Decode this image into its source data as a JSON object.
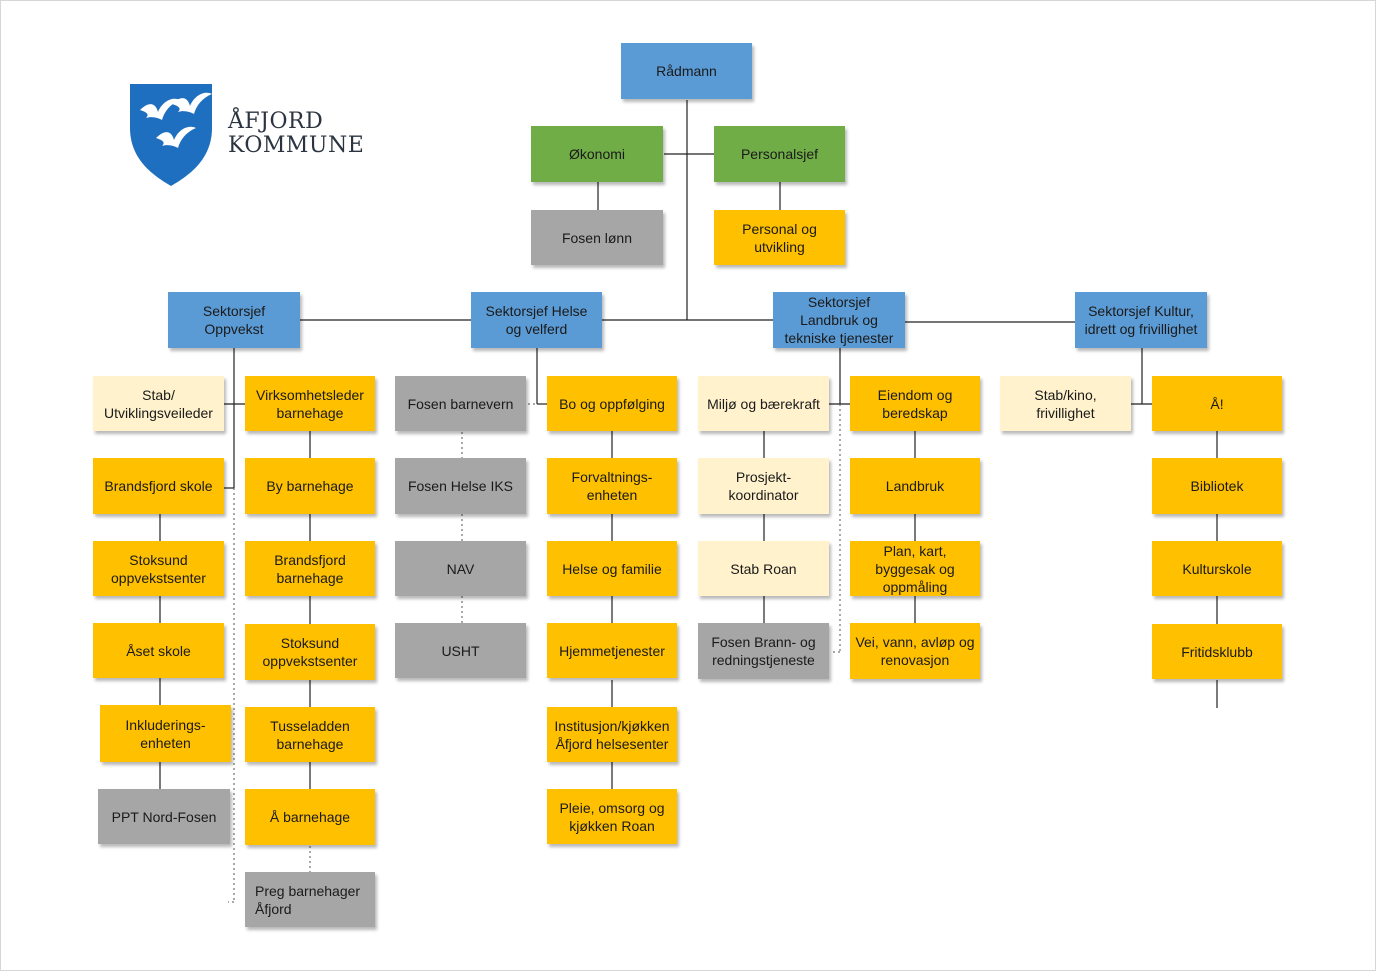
{
  "logo": {
    "text": "ÅFJORD\nKOMMUNE",
    "icon": "shield-with-birds-icon",
    "color": "#1f6fc0"
  },
  "colors": {
    "leader": "#5b9bd5",
    "staff": "#70ad47",
    "unit": "#ffc000",
    "advisor": "#fff2cc",
    "external": "#a6a6a6"
  },
  "top": {
    "radmann": "Rådmann",
    "okonomi": "Økonomi",
    "personalsjef": "Personalsjef",
    "fosen_lonn": "Fosen lønn",
    "personal_utvikling": "Personal og\nutvikling"
  },
  "sectors": {
    "oppvekst": {
      "head": "Sektorsjef\nOppvekst",
      "stab": "Stab/\nUtviklingsveileder",
      "virksomhetsleder": "Virksomhetsleder\nbarnehage",
      "schools": [
        "Brandsfjord skole",
        "Stoksund\noppvekstsenter",
        "Åset skole",
        "Inkluderings-\nenheten",
        "PPT Nord-Fosen"
      ],
      "kindergartens": [
        "By barnehage",
        "Brandsfjord\nbarnehage",
        "Stoksund\noppvekstsenter",
        "Tusseladden\nbarnehage",
        "Å barnehage",
        "Preg barnehager\nÅfjord"
      ]
    },
    "helse": {
      "head": "Sektorsjef Helse\nog velferd",
      "external": [
        "Fosen barnevern",
        "Fosen Helse IKS",
        "NAV",
        "USHT"
      ],
      "units": [
        "Bo og oppfølging",
        "Forvaltnings-\nenheten",
        "Helse og familie",
        "Hjemmetjenester",
        "Institusjon/kjøkken\nÅfjord helsesenter",
        "Pleie, omsorg og\nkjøkken  Roan"
      ]
    },
    "landbruk": {
      "head": "Sektorsjef\nLandbruk og\ntekniske tjenester",
      "staff": [
        "Miljø  og bærekraft",
        "Prosjekt-\nkoordinator",
        "Stab Roan",
        "Fosen Brann- og\nredningstjeneste"
      ],
      "units": [
        "Eiendom og\nberedskap",
        "Landbruk",
        "Plan, kart,\nbyggesak og\noppmåling",
        "Vei, vann, avløp og\nrenovasjon"
      ]
    },
    "kultur": {
      "head": "Sektorsjef Kultur,\nidrett og frivillighet",
      "stab": "Stab/kino,\nfrivillighet",
      "units": [
        "Å!",
        "Bibliotek",
        "Kulturskole",
        "Fritidsklubb"
      ]
    }
  }
}
